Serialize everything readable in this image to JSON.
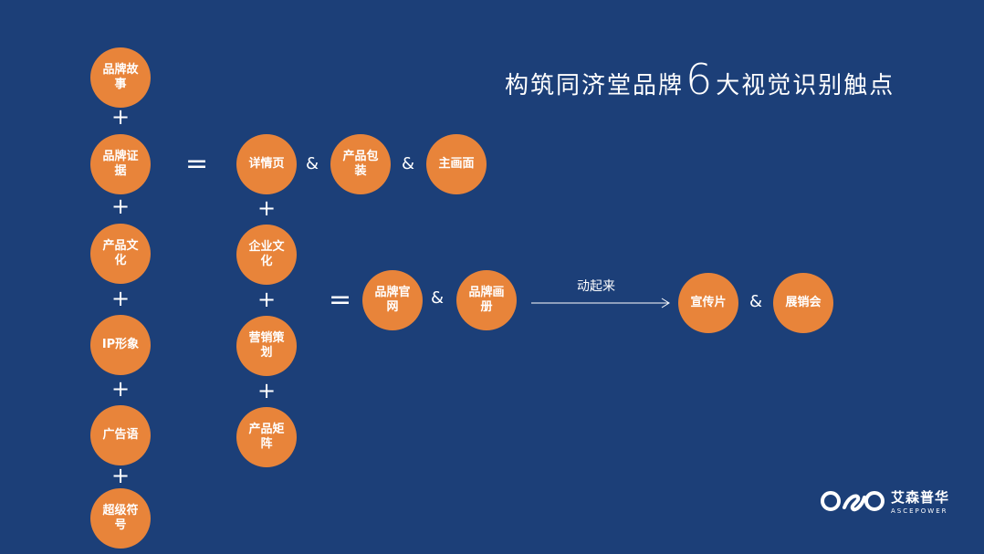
{
  "title": {
    "before": "构筑同济堂品牌",
    "number": "6",
    "after": "大视觉识别触点"
  },
  "left_column": [
    "品牌故事",
    "品牌证据",
    "产品文化",
    "IP形象",
    "广告语",
    "超级符号"
  ],
  "row1": {
    "items": [
      "详情页",
      "产品包装",
      "主画面"
    ]
  },
  "middle_column": [
    "企业文化",
    "营销策划",
    "产品矩阵"
  ],
  "row2": {
    "items": [
      "品牌官网",
      "品牌画册"
    ]
  },
  "arrow_label": "动起来",
  "row3": {
    "items": [
      "宣传片",
      "展销会"
    ]
  },
  "operators": {
    "plus": "+",
    "equals": "=",
    "and": "&"
  },
  "logo": {
    "name_cn": "艾森普华",
    "name_en": "ASCEPOWER",
    "mark_icon": "oso-logo-mark"
  },
  "colors": {
    "background": "#1c3f78",
    "circle": "#e8843a",
    "text": "#ffffff"
  }
}
